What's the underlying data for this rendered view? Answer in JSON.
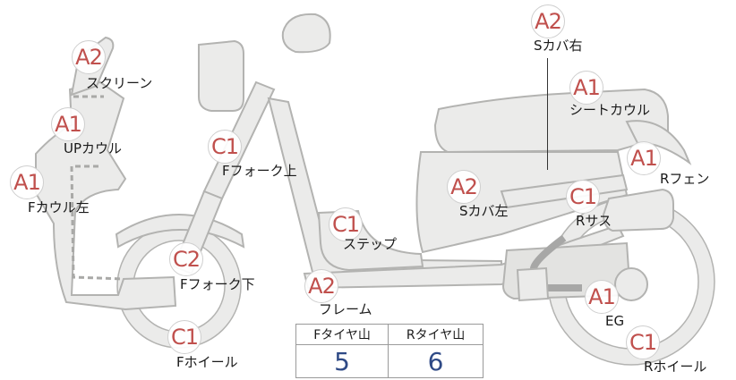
{
  "colors": {
    "grade_text": "#c0504d",
    "tread_value": "#2f4a86",
    "part_fill": "#ebebea",
    "part_stroke": "#b3b3b1"
  },
  "markers": [
    {
      "grade": "A2",
      "label": "スクリーン"
    },
    {
      "grade": "A1",
      "label": "UPカウル"
    },
    {
      "grade": "A1",
      "label": "Fカウル左"
    },
    {
      "grade": "C1",
      "label": "Fフォーク上"
    },
    {
      "grade": "C2",
      "label": "Fフォーク下"
    },
    {
      "grade": "C1",
      "label": "Fホイール"
    },
    {
      "grade": "C1",
      "label": "ステップ"
    },
    {
      "grade": "A2",
      "label": "フレーム"
    },
    {
      "grade": "A2",
      "label": "Sカバ左"
    },
    {
      "grade": "A2",
      "label": "Sカバ右"
    },
    {
      "grade": "A1",
      "label": "シートカウル"
    },
    {
      "grade": "A1",
      "label": "Rフェン"
    },
    {
      "grade": "C1",
      "label": "Rサス"
    },
    {
      "grade": "A1",
      "label": "EG"
    },
    {
      "grade": "C1",
      "label": "Rホイール"
    }
  ],
  "tread_table": {
    "headers": [
      "Fタイヤ山",
      "Rタイヤ山"
    ],
    "values": [
      "5",
      "6"
    ]
  }
}
